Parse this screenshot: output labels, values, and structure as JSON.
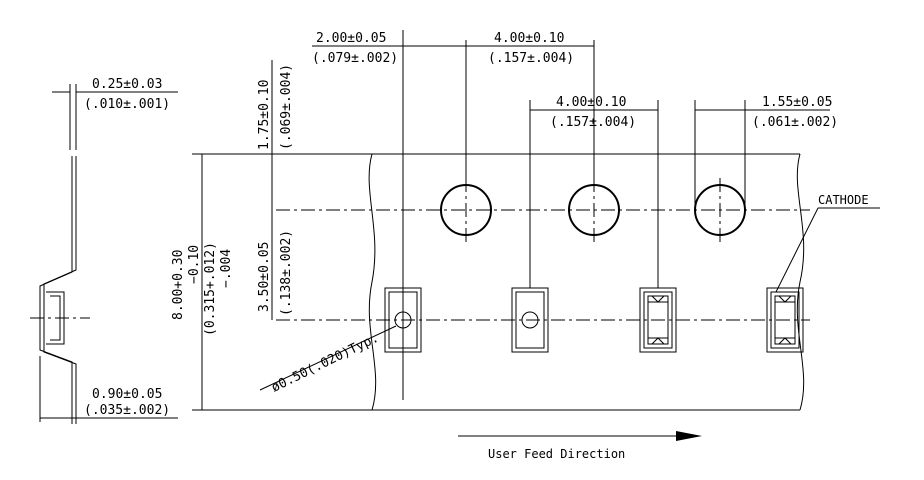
{
  "colors": {
    "line": "#000000",
    "background": "#ffffff"
  },
  "dims": {
    "pitch_small": {
      "mm": "2.00±0.05",
      "in": "(.079±.002)"
    },
    "sprocket_pitch": {
      "mm": "4.00±0.10",
      "in": "(.157±.004)"
    },
    "pocket_pitch": {
      "mm": "4.00±0.10",
      "in": "(.157±.004)"
    },
    "hole_dia": {
      "mm": "1.55±0.05",
      "in": "(.061±.002)"
    },
    "edge_to_hole": {
      "mm": "1.75±0.10",
      "in": "(.069±.004)"
    },
    "hole_to_pocket": {
      "mm": "3.50±0.05",
      "in": "(.138±.002)"
    },
    "tape_width": {
      "mm": "8.00+0.30",
      "mm_minus": "−0.10",
      "in": "(0.315+.012)",
      "in_minus": "−.004"
    },
    "thickness": {
      "mm": "0.25±0.03",
      "in": "(.010±.001)"
    },
    "pocket_depth": {
      "mm": "0.90±0.05",
      "in": "(.035±.002)"
    },
    "pocket_hole": "ø0.50(.020)Typ."
  },
  "labels": {
    "cathode": "CATHODE",
    "feed": "User Feed Direction"
  }
}
